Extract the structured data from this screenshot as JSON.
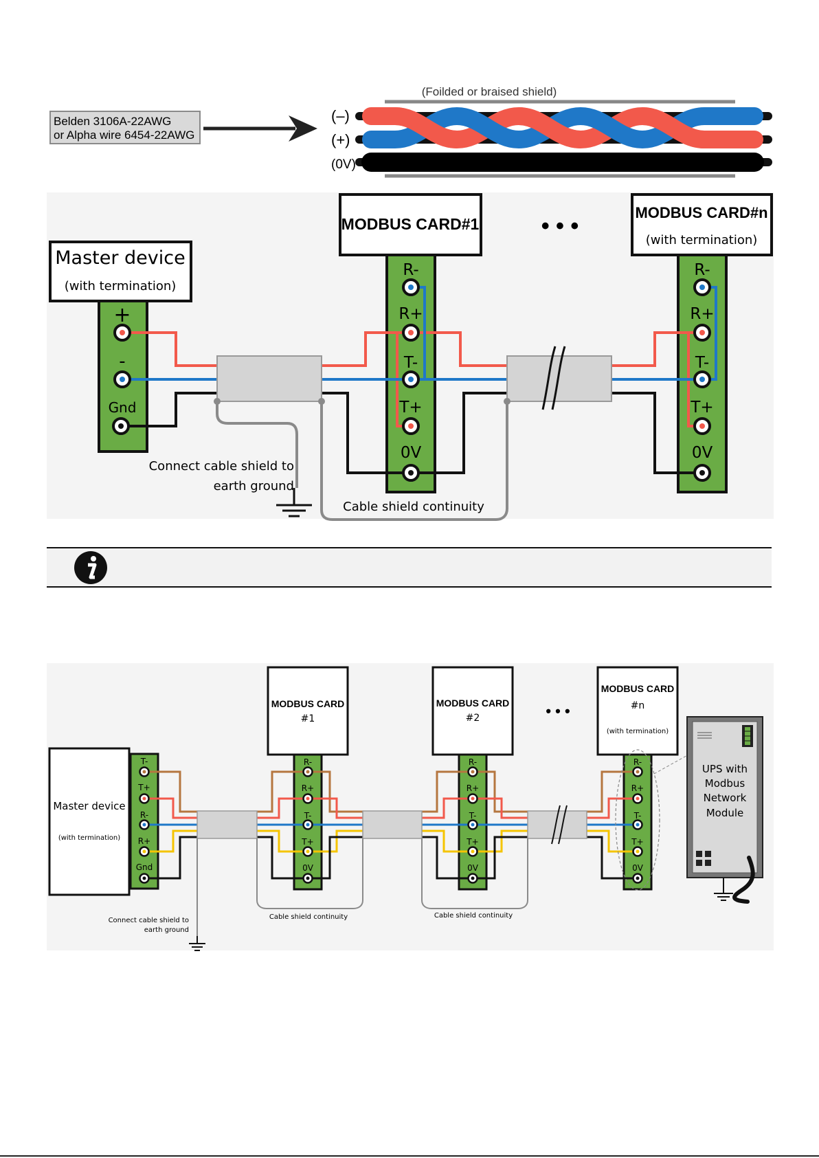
{
  "cable": {
    "label_line1": "Belden 3106A-22AWG",
    "label_line2": "or Alpha wire 6454-22AWG",
    "shield_label": "(Foilded or braised shield)",
    "wire_minus": "(–)",
    "wire_plus": "(+)",
    "wire_0v": "(0V)"
  },
  "two_wire": {
    "master_title": "Master device",
    "master_sub": "(with termination)",
    "master_terms": [
      "+",
      "-",
      "Gnd"
    ],
    "card1_title": "MODBUS CARD#1",
    "cardn_title": "MODBUS CARD#n",
    "cardn_sub": "(with termination)",
    "card_terms": [
      "R-",
      "R+",
      "T-",
      "T+",
      "0V"
    ],
    "ellipsis": "• • •",
    "ground_note_line1": "Connect cable shield to",
    "ground_note_line2": "earth ground",
    "continuity": "Cable shield continuity"
  },
  "note": {
    "icon": "info-icon"
  },
  "four_wire": {
    "master_title": "Master device",
    "master_sub": "(with termination)",
    "master_terms": [
      "T-",
      "T+",
      "R-",
      "R+",
      "Gnd"
    ],
    "card1_title_line1": "MODBUS CARD",
    "card1_title_line2": "#1",
    "card2_title_line1": "MODBUS CARD",
    "card2_title_line2": "#2",
    "cardn_title_line1": "MODBUS CARD",
    "cardn_title_line2": "#n",
    "cardn_sub": "(with termination)",
    "card_terms": [
      "R-",
      "R+",
      "T-",
      "T+",
      "0V"
    ],
    "ellipsis": "• • •",
    "ups_line1": "UPS with",
    "ups_line2": "Modbus",
    "ups_line3": "Network",
    "ups_line4": "Module",
    "ground_note_line1": "Connect cable shield to",
    "ground_note_line2": "earth ground",
    "continuity1": "Cable shield continuity",
    "continuity2": "Cable shield continuity"
  },
  "colors": {
    "red": "#f2594b",
    "blue": "#1f78c8",
    "brown": "#b5763f",
    "yellow": "#f5c400",
    "green": "#6aac45",
    "box_gray": "#d4d4d4",
    "shield_gray": "#8a8a8a"
  }
}
